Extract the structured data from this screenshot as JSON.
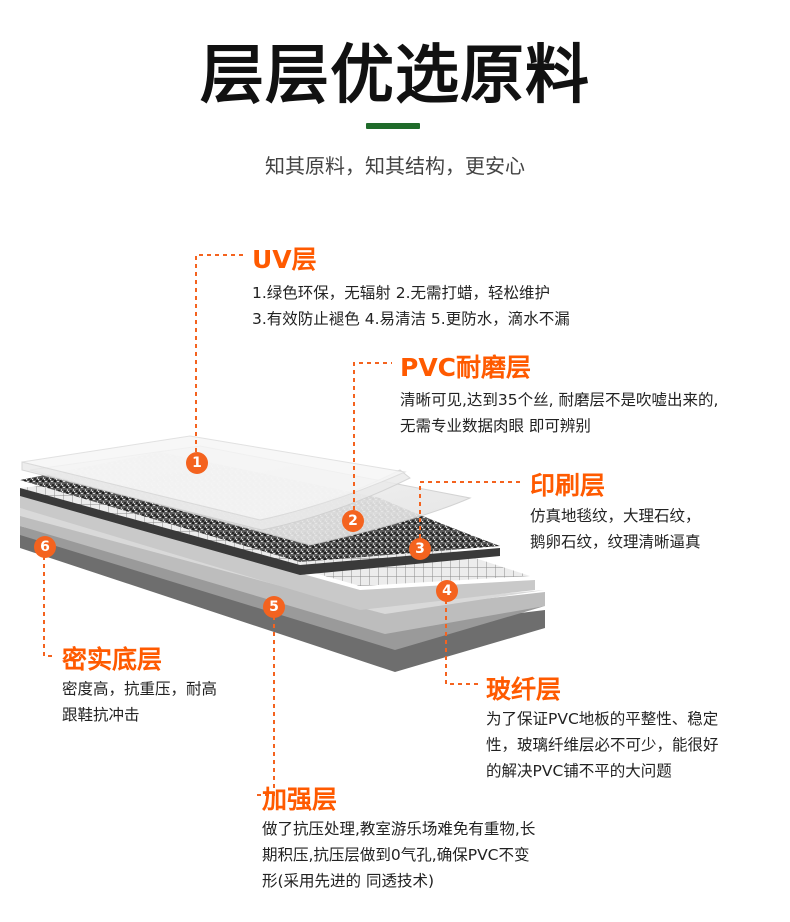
{
  "title": "层层优选原料",
  "subtitle": "知其原料，知其结构，更安心",
  "layers": [
    {
      "number": "1",
      "name": "UV层",
      "desc": [
        "1.绿色环保，无辐射 2.无需打蜡，轻松维护",
        "3.有效防止褪色 4.易清洁 5.更防水，滴水不漏"
      ]
    },
    {
      "number": "2",
      "name": "PVC耐磨层",
      "desc": [
        "清晰可见,达到35个丝, 耐磨层不是吹嘘出来的,",
        "无需专业数据肉眼 即可辨别"
      ]
    },
    {
      "number": "3",
      "name": "印刷层",
      "desc": [
        "仿真地毯纹，大理石纹，",
        "鹅卵石纹，纹理清晰逼真"
      ]
    },
    {
      "number": "4",
      "name": "玻纤层",
      "desc": [
        "为了保证PVC地板的平整性、稳定",
        "性，玻璃纤维层必不可少，能很好",
        "的解决PVC铺不平的大问题"
      ]
    },
    {
      "number": "5",
      "name": "加强层",
      "desc": [
        "做了抗压处理,教室游乐场难免有重物,长",
        "期积压,抗压层做到0气孔,确保PVC不变",
        "形(采用先进的 同透技术)"
      ]
    },
    {
      "number": "6",
      "name": "密实底层",
      "desc": [
        "密度高，抗重压，耐高",
        "跟鞋抗冲击"
      ]
    }
  ],
  "colors": {
    "accent": "#ff5a00",
    "badge": "#f4631f",
    "title_bar": "#1f6b2a"
  }
}
